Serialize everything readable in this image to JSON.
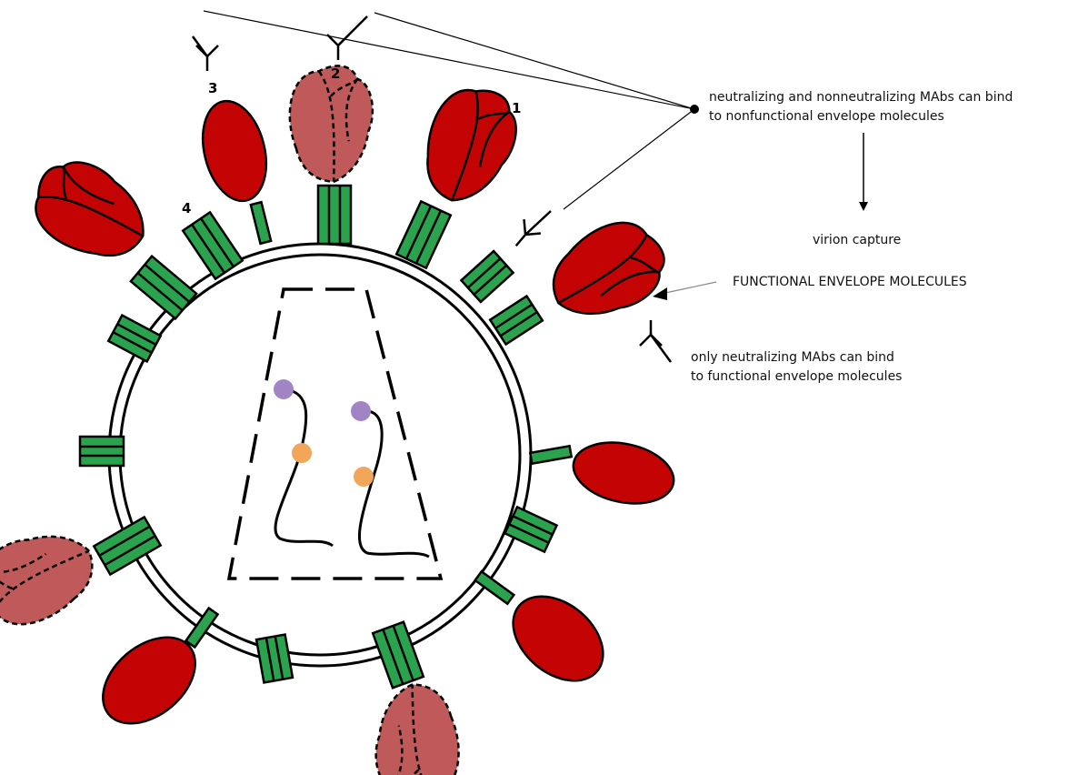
{
  "labels": {
    "numbers": [
      "1",
      "2",
      "3",
      "4"
    ],
    "nonfunctional": "neutralizing and nonneutralizing MAbs can bind\nto nonfunctional envelope molecules",
    "capture": "virion capture",
    "functional": "FUNCTIONAL ENVELOPE MOLECULES",
    "neutralizing_only": "only neutralizing MAbs can bind\nto functional envelope molecules"
  },
  "colors": {
    "trimer_functional": "#c40404",
    "trimer_nonfunctional": "#c05a5a",
    "gp41_stalk": "#2aa24e",
    "rna_cap": "#a184c6",
    "rna_dot": "#f2a65a",
    "outline": "#000000"
  },
  "icons": [
    "antibody-icon",
    "arrow-down-icon",
    "arrowhead-icon"
  ]
}
